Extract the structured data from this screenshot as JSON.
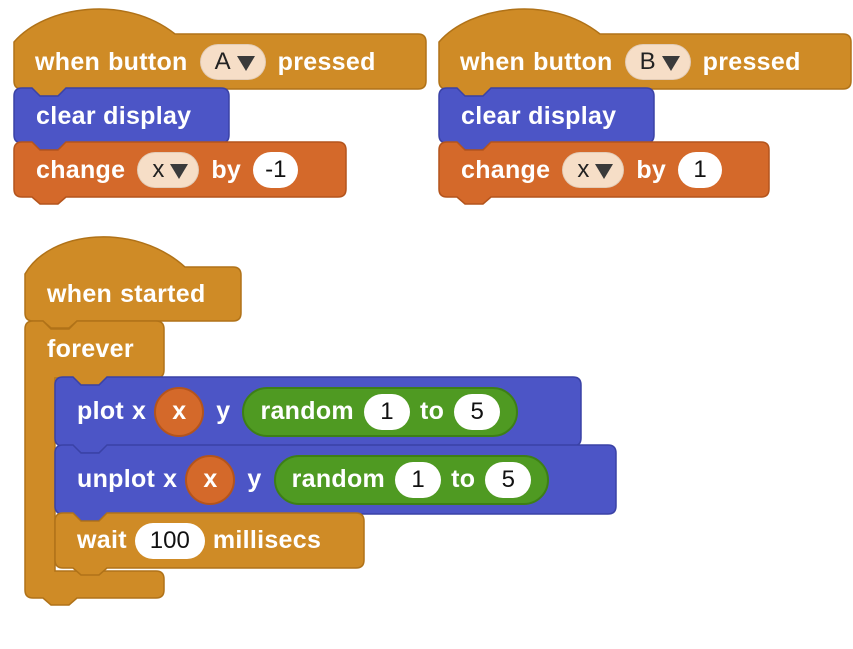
{
  "blocks": {
    "button_a": {
      "hat": {
        "when": "when",
        "button": "button",
        "button_value": "A",
        "pressed": "pressed"
      },
      "clear": "clear display",
      "change": {
        "change": "change",
        "var": "x",
        "by": "by",
        "value": "-1"
      }
    },
    "button_b": {
      "hat": {
        "when": "when",
        "button": "button",
        "button_value": "B",
        "pressed": "pressed"
      },
      "clear": "clear display",
      "change": {
        "change": "change",
        "var": "x",
        "by": "by",
        "value": "1"
      }
    },
    "started": {
      "hat": {
        "when": "when",
        "started": "started"
      },
      "forever": "forever",
      "plot": {
        "plot": "plot",
        "x": "x",
        "var": "x",
        "y": "y",
        "random": "random",
        "from": "1",
        "to": "to",
        "max": "5"
      },
      "unplot": {
        "unplot": "unplot",
        "x": "x",
        "var": "x",
        "y": "y",
        "random": "random",
        "from": "1",
        "to": "to",
        "max": "5"
      },
      "wait": {
        "wait": "wait",
        "ms": "100",
        "unit": "millisecs"
      }
    }
  },
  "colors": {
    "event": "#cf8b26",
    "event_border": "#b07218",
    "basic": "#4c55c6",
    "basic_border": "#3a42a6",
    "variable": "#d4692a",
    "variable_border": "#b4541c",
    "math": "#4f9a22"
  }
}
